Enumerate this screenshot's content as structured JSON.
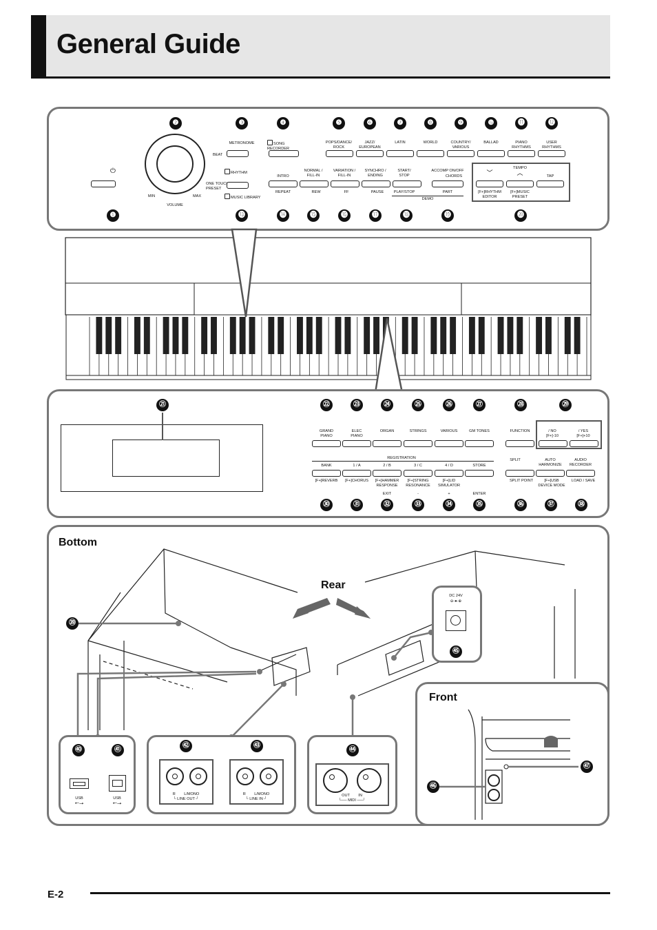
{
  "header": {
    "title": "General Guide"
  },
  "top_panel": {
    "numbers": [
      "❶",
      "❷",
      "❸",
      "❹",
      "❺",
      "❻",
      "❼",
      "❽",
      "❾",
      "❿",
      "⓫",
      "⓬",
      "⓭",
      "⓮",
      "⓯",
      "⓰",
      "⓱",
      "⓲",
      "⓳",
      "⓴"
    ],
    "power_symbol": "⏻",
    "volume": {
      "label": "VOLUME",
      "min": "MIN",
      "max": "MAX"
    },
    "metronome": "METRONOME",
    "beat": "BEAT",
    "one_touch_preset": "ONE TOUCH\nPRESET",
    "rhythm": "RHYTHM",
    "music_library": "MUSIC LIBRARY",
    "song_recorder": "SONG\nRECORDER",
    "category_labels": [
      "POPS/DANCE/\nROCK",
      "JAZZ/\nEUROPEAN",
      "LATIN",
      "WORLD",
      "COUNTRY/\nVARIOUS",
      "BALLAD",
      "PIANO\nRHYTHMS",
      "USER\nRHYTHMS"
    ],
    "intro": "INTRO",
    "repeat": "REPEAT",
    "normal_fill": "NORMAL /\nFILL-IN",
    "rew": "REW",
    "variation_fill": "VARIATION /\nFILL-IN",
    "ff": "FF",
    "synchro_ending": "SYNCHRO /\nENDING",
    "pause": "PAUSE",
    "start_stop": "START/\nSTOP",
    "play_stop": "PLAY/STOP",
    "demo": "DEMO",
    "accomp": "ACCOMP ON/OFF",
    "chords": "CHORDS",
    "part": "PART",
    "tempo": "TEMPO",
    "tap": "TAP",
    "rhythm_editor": "[F+]RHYTHM\nEDITOR",
    "music_preset": "[F+]MUSIC\nPRESET"
  },
  "bottom_panel": {
    "numbers": [
      "㉑",
      "㉒",
      "㉓",
      "㉔",
      "㉕",
      "㉖",
      "㉗",
      "㉘",
      "㉙",
      "㉚",
      "㉛",
      "㉜",
      "㉝",
      "㉞",
      "㉟",
      "㊱",
      "㊲",
      "㊳"
    ],
    "tone_labels": [
      "GRAND\nPIANO",
      "ELEC\nPIANO",
      "ORGAN",
      "STRINGS",
      "VARIOUS",
      "GM TONES"
    ],
    "function": "FUNCTION",
    "no": "/ NO\n[F+]-10",
    "yes": "/ YES\n[F+]+10",
    "registration": "REGISTRATION",
    "reg_labels": [
      "BANK",
      "1 / A",
      "2 / B",
      "3 / C",
      "4 / D",
      "STORE"
    ],
    "reg_sub": [
      "[F+]REVERB",
      "[F+]CHORUS",
      "[F+]HAMMER\nRESPONSE",
      "[F+]STRING\nRESONANCE",
      "[F+]LID\nSIMULATOR",
      "ENTER"
    ],
    "exit": "EXIT",
    "minus": "-",
    "plus": "+",
    "split": "SPLIT",
    "auto_harmonize": "AUTO\nHARMONIZE",
    "audio_recorder": "AUDIO\nRECORDER",
    "split_point": "SPLIT POINT",
    "device_mode": "[F+]USB\nDEVICE MODE",
    "load_save": "LOAD / SAVE"
  },
  "underside": {
    "bottom_label": "Bottom",
    "rear_label": "Rear",
    "front_label": "Front",
    "numbers": [
      "㊴",
      "㊵",
      "㊶",
      "㊷",
      "㊸",
      "㊹",
      "㊺",
      "㊻",
      "㊼"
    ],
    "dc": "DC 24V",
    "usb1": "USB",
    "usb2": "USB",
    "line_out": "R        L/MONO\n└ LINE OUT ┘",
    "line_in": "R        L/MONO\n└ LINE IN ┘",
    "midi": "OUT        IN\n└── MIDI ──┘"
  },
  "footer": {
    "page": "E-2"
  }
}
